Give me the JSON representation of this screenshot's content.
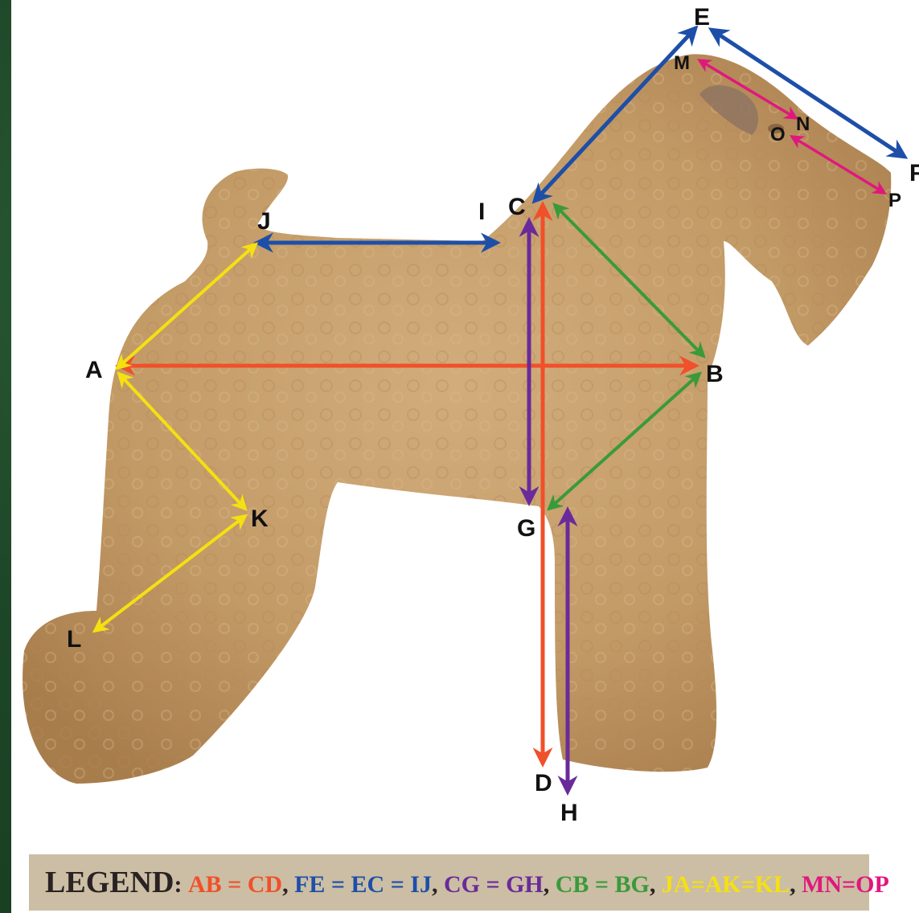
{
  "points": {
    "A": "A",
    "B": "B",
    "C": "C",
    "D": "D",
    "E": "E",
    "F": "F",
    "G": "G",
    "H": "H",
    "I": "I",
    "J": "J",
    "K": "K",
    "L": "L",
    "M": "M",
    "N": "N",
    "O": "O",
    "P": "P"
  },
  "legend": {
    "title": "LEGEND",
    "separator": ":",
    "comma": ",",
    "items": [
      {
        "text": "AB = CD",
        "color": "#f0502a"
      },
      {
        "text": "FE = EC = IJ",
        "color": "#1d4fa8"
      },
      {
        "text": "CG = GH",
        "color": "#6a2a9a"
      },
      {
        "text": "CB = BG",
        "color": "#3a9a3a"
      },
      {
        "text": "JA=AK=KL",
        "color": "#f5e012"
      },
      {
        "text": "MN=OP",
        "color": "#e0187e"
      }
    ]
  },
  "colors": {
    "background": "#1f4a2a",
    "legend_bg": "#cbbea4",
    "dog_coat": "#c9a06c"
  }
}
